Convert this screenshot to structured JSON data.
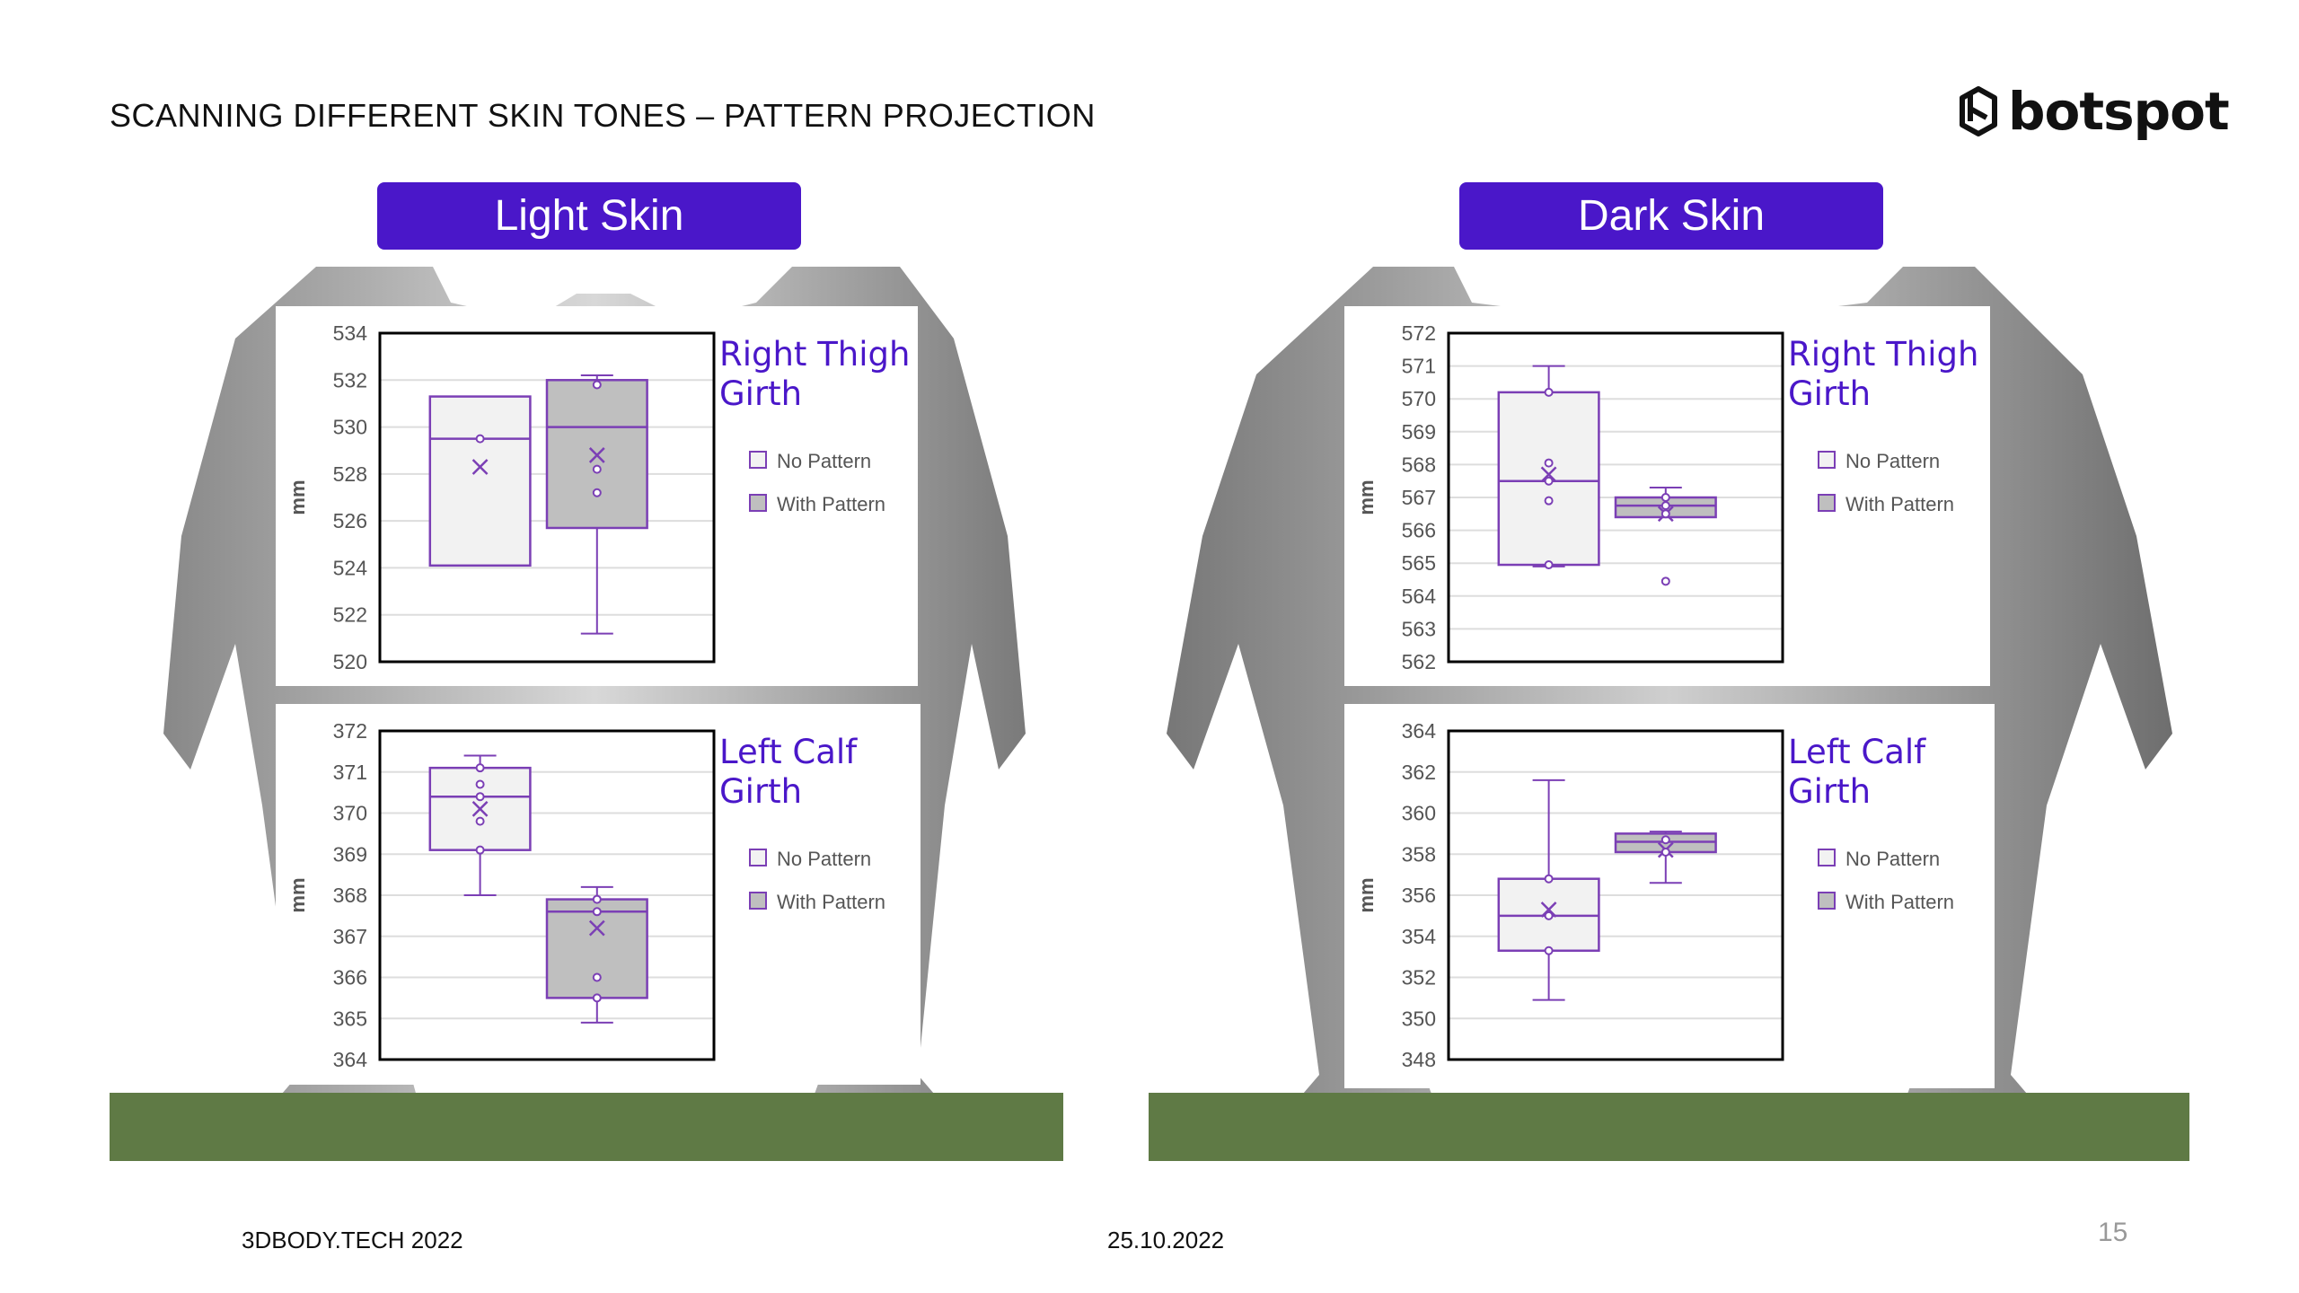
{
  "header": {
    "title": "SCANNING DIFFERENT SKIN TONES – PATTERN PROJECTION",
    "logo_text": "botspot",
    "logo_icon": "botspot-hex-icon"
  },
  "panels": [
    {
      "label": "Light Skin"
    },
    {
      "label": "Dark Skin"
    }
  ],
  "colors": {
    "accent": "#4a17c9",
    "box_stroke": "#7b3fb5",
    "no_pattern_fill": "#f2f2f2",
    "with_pattern_fill": "#bfbfbf",
    "ground": "#5f7a45"
  },
  "footer": {
    "left": "3DBODY.TECH 2022",
    "date": "25.10.2022",
    "page": "15"
  },
  "chart_data": [
    {
      "type": "box",
      "title": [
        "Right Thigh",
        "Girth"
      ],
      "panel": "Light Skin",
      "ylabel": "mm",
      "ylim": [
        520,
        534
      ],
      "ticks": [
        520,
        522,
        524,
        526,
        528,
        530,
        532,
        534
      ],
      "legend": [
        "No Pattern",
        "With Pattern"
      ],
      "series": [
        {
          "name": "No Pattern",
          "min": 524.1,
          "q1": 524.1,
          "median": 529.5,
          "q3": 531.3,
          "max": 531.3,
          "mean": 528.3,
          "points": [
            529.5
          ]
        },
        {
          "name": "With Pattern",
          "min": 521.2,
          "q1": 525.7,
          "median": 530.0,
          "q3": 532.0,
          "max": 532.2,
          "mean": 528.8,
          "points": [
            531.8,
            528.2,
            527.2
          ]
        }
      ]
    },
    {
      "type": "box",
      "title": [
        "Left Calf",
        "Girth"
      ],
      "panel": "Light Skin",
      "ylabel": "mm",
      "ylim": [
        364,
        372
      ],
      "ticks": [
        364,
        365,
        366,
        367,
        368,
        369,
        370,
        371,
        372
      ],
      "legend": [
        "No Pattern",
        "With Pattern"
      ],
      "series": [
        {
          "name": "No Pattern",
          "min": 368.0,
          "q1": 369.1,
          "median": 370.4,
          "q3": 371.1,
          "max": 371.4,
          "mean": 370.1,
          "points": [
            371.1,
            370.7,
            370.4,
            369.8,
            369.1
          ]
        },
        {
          "name": "With Pattern",
          "min": 364.9,
          "q1": 365.5,
          "median": 367.6,
          "q3": 367.9,
          "max": 368.2,
          "mean": 367.2,
          "points": [
            367.9,
            367.6,
            366.0,
            365.5
          ]
        }
      ]
    },
    {
      "type": "box",
      "title": [
        "Right Thigh",
        "Girth"
      ],
      "panel": "Dark Skin",
      "ylabel": "mm",
      "ylim": [
        562,
        572
      ],
      "ticks": [
        562,
        563,
        564,
        565,
        566,
        567,
        568,
        569,
        570,
        571,
        572
      ],
      "legend": [
        "No Pattern",
        "With Pattern"
      ],
      "series": [
        {
          "name": "No Pattern",
          "min": 564.9,
          "q1": 564.95,
          "median": 567.5,
          "q3": 570.2,
          "max": 571.0,
          "mean": 567.7,
          "points": [
            570.2,
            568.05,
            567.5,
            566.9,
            564.95
          ]
        },
        {
          "name": "With Pattern",
          "min": 566.4,
          "q1": 566.4,
          "median": 566.75,
          "q3": 567.0,
          "max": 567.3,
          "mean": 566.5,
          "points": [
            567.0,
            566.75,
            566.5,
            564.45
          ]
        }
      ]
    },
    {
      "type": "box",
      "title": [
        "Left Calf",
        "Girth"
      ],
      "panel": "Dark Skin",
      "ylabel": "mm",
      "ylim": [
        348,
        364
      ],
      "ticks": [
        348,
        350,
        352,
        354,
        356,
        358,
        360,
        362,
        364
      ],
      "legend": [
        "No Pattern",
        "With Pattern"
      ],
      "series": [
        {
          "name": "No Pattern",
          "min": 350.9,
          "q1": 353.3,
          "median": 355.0,
          "q3": 356.8,
          "max": 361.6,
          "mean": 355.3,
          "points": [
            356.8,
            355.0,
            353.3
          ]
        },
        {
          "name": "With Pattern",
          "min": 356.6,
          "q1": 358.1,
          "median": 358.6,
          "q3": 359.0,
          "max": 359.1,
          "mean": 358.2,
          "points": [
            358.7,
            358.1
          ]
        }
      ]
    }
  ]
}
